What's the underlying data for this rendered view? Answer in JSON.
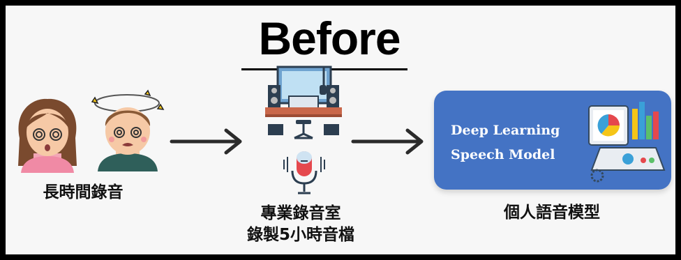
{
  "title": "Before",
  "steps": {
    "left": {
      "caption": "長時間錄音"
    },
    "middle": {
      "caption_line1": "專業錄音室",
      "caption_line2": "錄製5小時音檔"
    },
    "right": {
      "box_line1": "Deep Learning",
      "box_line2": "Speech Model",
      "caption": "個人語音模型"
    }
  },
  "colors": {
    "model_box": "#4473c4",
    "arrow": "#2b2b2b",
    "frame": "#000000",
    "background": "#f7f7f7"
  },
  "icons": [
    "tired-girl-icon",
    "dizzy-boy-icon",
    "arrow-right-icon",
    "recording-studio-icon",
    "microphone-icon",
    "data-analytics-icon"
  ]
}
